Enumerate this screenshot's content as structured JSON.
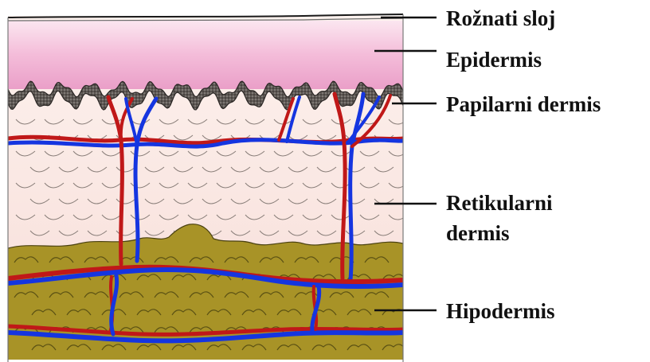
{
  "labels": {
    "stratum_corneum": "Rožnati sloj",
    "epidermis": "Epidermis",
    "papillary_dermis": "Papilarni dermis",
    "reticular_dermis_line1": "Retikularni",
    "reticular_dermis_line2": "dermis",
    "hypodermis": "Hipodermis"
  },
  "colors": {
    "epidermis": "#f2b6d6",
    "basal_layer": "#5a5450",
    "dermis": "#fbe9e4",
    "hypodermis": "#a99426",
    "artery": "#c01818",
    "vein": "#1535e0",
    "outline": "#1a1a1a"
  }
}
